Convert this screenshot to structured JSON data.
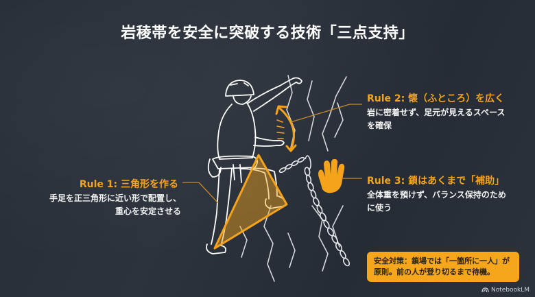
{
  "slide": {
    "title": "岩稜帯を安全に突破する技術「三点支持」"
  },
  "rules": [
    {
      "title": "Rule 1: 三角形を作る",
      "desc_lines": [
        "手足を正三角形に近い形で配置し、",
        "重心を安定させる"
      ]
    },
    {
      "title": "Rule 2: 懐（ふところ）を広く",
      "desc_lines": [
        "岩に密着せず、足元が見えるスペース",
        "を確保"
      ]
    },
    {
      "title": "Rule 3: 鎖はあくまで「補助」",
      "desc_lines": [
        "全体重を預けず、バランス保持のため",
        "に使う"
      ]
    }
  ],
  "safety_note": {
    "lines": [
      "安全対策：鎖場では「一箇所に一人」が",
      "原則。前の人が登り切るまで待機。"
    ]
  },
  "illustration": {
    "subject": "climber-on-rock-with-chain",
    "icons": [
      "triangle-icon",
      "curved-double-arrow-icon",
      "hand-icon",
      "chain-icon"
    ]
  },
  "branding": {
    "label": "NotebookLM"
  },
  "colors": {
    "background": "#2a313a",
    "accent": "#f5a31a",
    "text": "#ffffff",
    "safety_box": "#f5a61a",
    "safety_text": "#2a2218"
  }
}
